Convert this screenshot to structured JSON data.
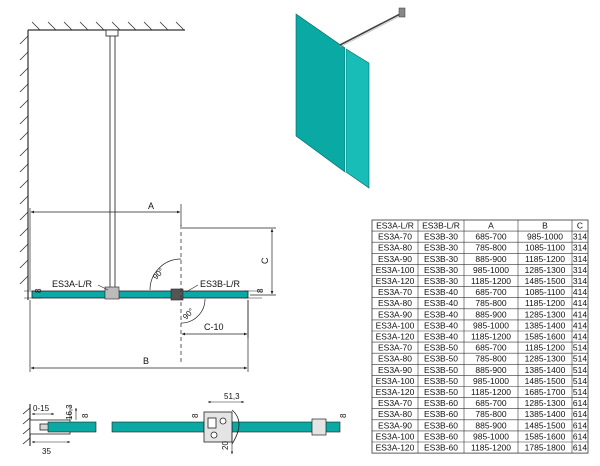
{
  "colors": {
    "glass": "#0aa9a4",
    "glass_light": "#19bdb8",
    "line": "#222222",
    "table_border": "#333333"
  },
  "labels": {
    "dim_a": "A",
    "dim_b": "B",
    "dim_c": "C",
    "dim_c10": "C-10",
    "angle_top": "90°",
    "angle_bottom": "90°",
    "panel_a": "ES3A-L/R",
    "panel_b": "ES3B-L/R",
    "glass_thickness_left": "8",
    "glass_thickness_right": "8",
    "profile_gap": "0-15",
    "profile_depth": "16,3",
    "profile_width": "35",
    "profile_thickness": "8",
    "mid_thickness": "8",
    "clamp_width": "51,3",
    "clamp_height": "20",
    "clamp_thickness": "8"
  },
  "table": {
    "headers": [
      "ES3A-L/R",
      "ES3B-L/R",
      "A",
      "B",
      "C"
    ],
    "rows": [
      [
        "ES3A-70",
        "ES3B-30",
        "685-700",
        "985-1000",
        "314"
      ],
      [
        "ES3A-80",
        "ES3B-30",
        "785-800",
        "1085-1100",
        "314"
      ],
      [
        "ES3A-90",
        "ES3B-30",
        "885-900",
        "1185-1200",
        "314"
      ],
      [
        "ES3A-100",
        "ES3B-30",
        "985-1000",
        "1285-1300",
        "314"
      ],
      [
        "ES3A-120",
        "ES3B-30",
        "1185-1200",
        "1485-1500",
        "314"
      ],
      [
        "ES3A-70",
        "ES3B-40",
        "685-700",
        "1085-1100",
        "414"
      ],
      [
        "ES3A-80",
        "ES3B-40",
        "785-800",
        "1185-1200",
        "414"
      ],
      [
        "ES3A-90",
        "ES3B-40",
        "885-900",
        "1285-1300",
        "414"
      ],
      [
        "ES3A-100",
        "ES3B-40",
        "985-1000",
        "1385-1400",
        "414"
      ],
      [
        "ES3A-120",
        "ES3B-40",
        "1185-1200",
        "1585-1600",
        "414"
      ],
      [
        "ES3A-70",
        "ES3B-50",
        "685-700",
        "1185-1200",
        "514"
      ],
      [
        "ES3A-80",
        "ES3B-50",
        "785-800",
        "1285-1300",
        "514"
      ],
      [
        "ES3A-90",
        "ES3B-50",
        "885-900",
        "1385-1400",
        "514"
      ],
      [
        "ES3A-100",
        "ES3B-50",
        "985-1000",
        "1485-1500",
        "514"
      ],
      [
        "ES3A-120",
        "ES3B-50",
        "1185-1200",
        "1685-1700",
        "514"
      ],
      [
        "ES3A-70",
        "ES3B-60",
        "685-700",
        "1285-1300",
        "614"
      ],
      [
        "ES3A-80",
        "ES3B-60",
        "785-800",
        "1385-1400",
        "614"
      ],
      [
        "ES3A-90",
        "ES3B-60",
        "885-900",
        "1485-1500",
        "614"
      ],
      [
        "ES3A-100",
        "ES3B-60",
        "985-1000",
        "1585-1600",
        "614"
      ],
      [
        "ES3A-120",
        "ES3B-60",
        "1185-1200",
        "1785-1800",
        "614"
      ]
    ]
  }
}
